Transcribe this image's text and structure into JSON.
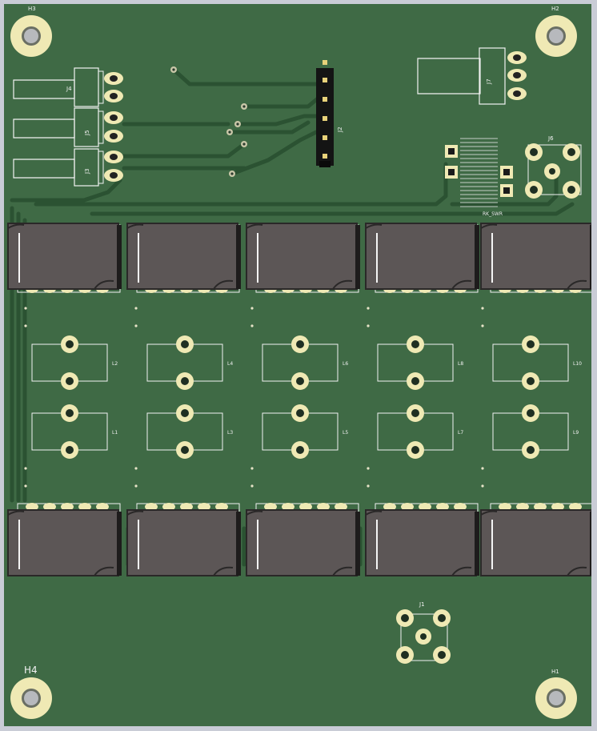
{
  "colors": {
    "background": "#c9ccd6",
    "board": "#3f6a45",
    "trace": "#2b5232",
    "trace_edge": "#4f7f55",
    "copper_ring": "#efe9b4",
    "silkscreen": "#f2f2f2",
    "relay_body": "#5c5656",
    "relay_edge": "#2a2828",
    "connector_body": "#141414",
    "pin_gold": "#e8d27a"
  },
  "mounting_holes": [
    {
      "id": "H3",
      "label": "H3"
    },
    {
      "id": "H2",
      "label": "H2"
    },
    {
      "id": "H4",
      "label": "H4"
    },
    {
      "id": "H1",
      "label": "H1"
    }
  ],
  "connectors": {
    "J4": {
      "label": "J4"
    },
    "J5": {
      "label": "J5"
    },
    "J3": {
      "label": "J3"
    },
    "J7": {
      "label": "J7"
    },
    "J2": {
      "label": "J2"
    },
    "J6": {
      "label": "J6"
    },
    "J1": {
      "label": "J1"
    }
  },
  "switch": {
    "label": "RK_SWR"
  },
  "inductors": [
    "L2",
    "L4",
    "L6",
    "L8",
    "L10",
    "L1",
    "L3",
    "L5",
    "L7",
    "L9"
  ],
  "relays_top_count": 5,
  "relays_bottom_count": 5
}
